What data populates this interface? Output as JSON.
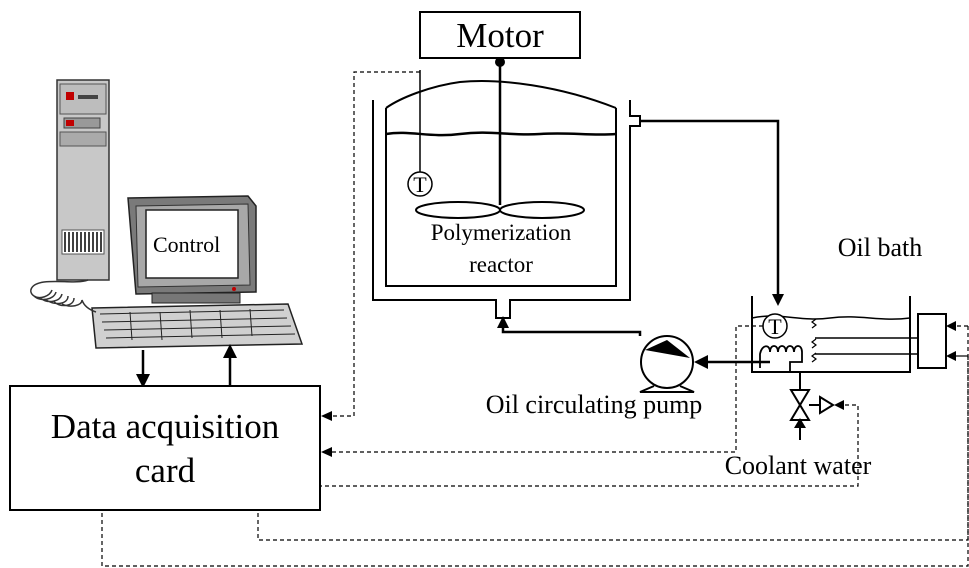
{
  "labels": {
    "motor": "Motor",
    "reactor_line1": "Polymerization",
    "reactor_line2": "reactor",
    "oil_bath": "Oil bath",
    "pump": "Oil circulating pump",
    "coolant": "Coolant water",
    "daq_line1": "Data acquisition",
    "daq_line2": "card",
    "control": "Control",
    "temp_sensor": "T"
  }
}
